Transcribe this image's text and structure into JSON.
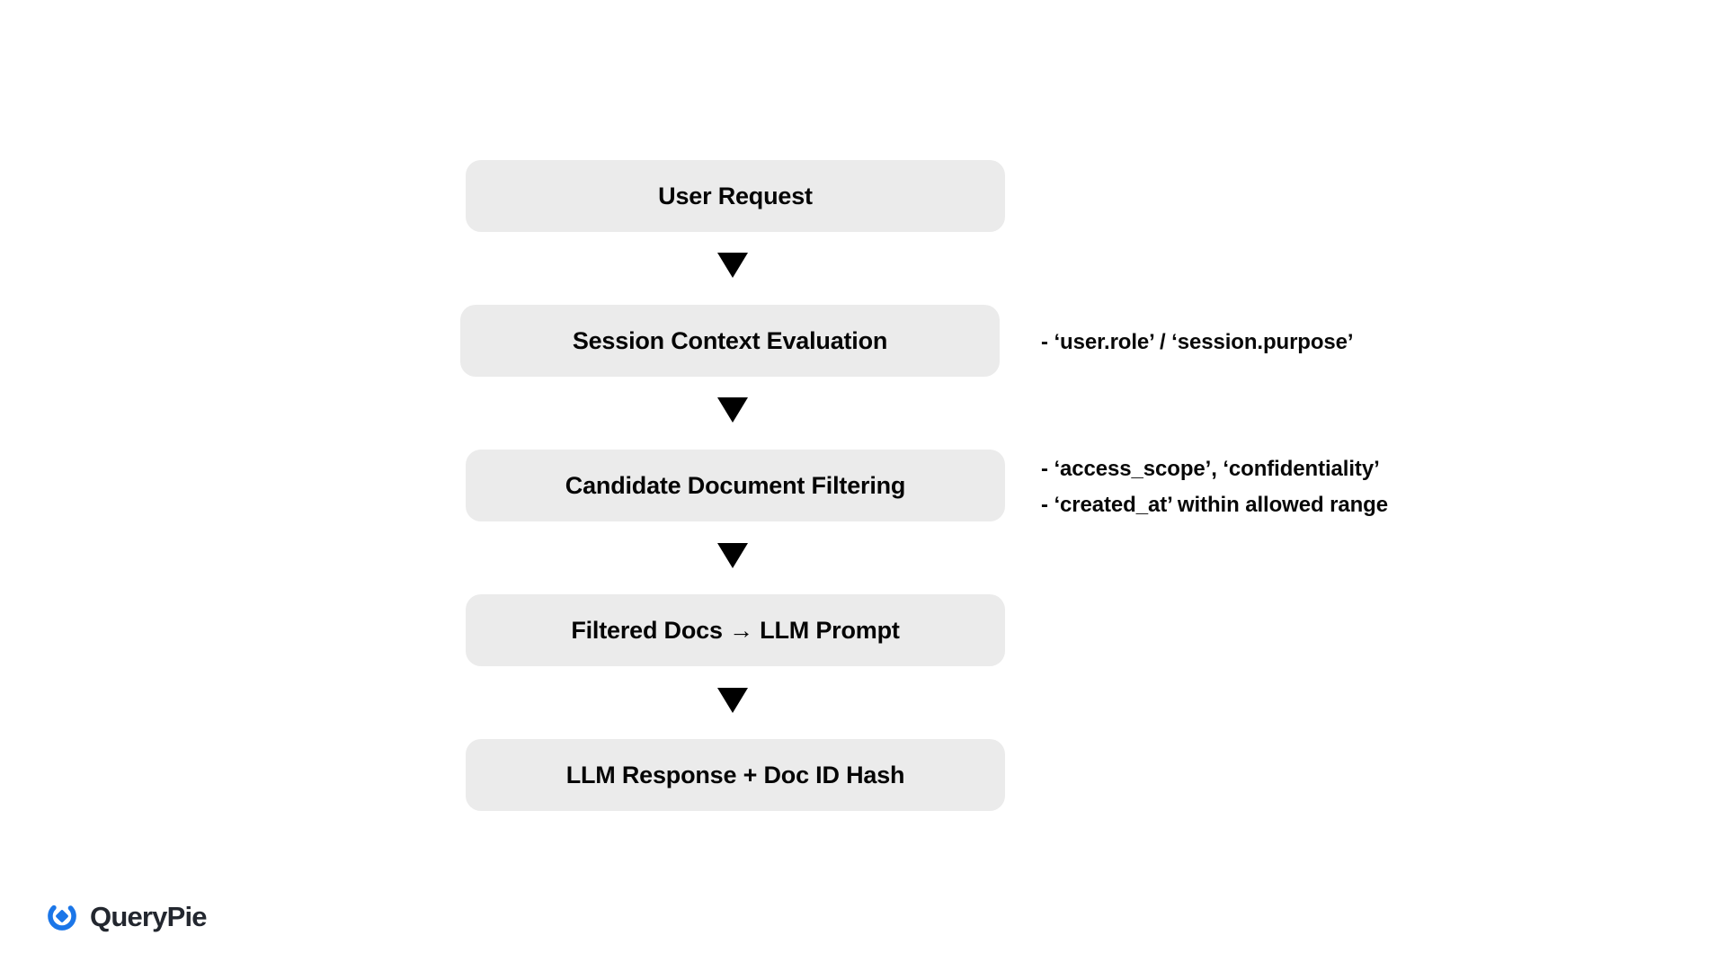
{
  "diagram": {
    "type": "flowchart",
    "orientation": "vertical",
    "background_color": "#ffffff",
    "node_fill_color": "#EBEBEB",
    "node_text_color": "#050505",
    "connector_color": "#000000",
    "nodes": [
      {
        "id": "user-request",
        "label": "User Request"
      },
      {
        "id": "session-context-evaluation",
        "label": "Session Context Evaluation"
      },
      {
        "id": "candidate-document-filtering",
        "label": "Candidate Document Filtering"
      },
      {
        "id": "filtered-docs-llm-prompt",
        "label": "Filtered Docs → LLM Prompt"
      },
      {
        "id": "llm-response-doc-id-hash",
        "label": "LLM Response + Doc ID Hash"
      }
    ],
    "connectors": [
      {
        "icon": "triangle-down-icon",
        "from": "user-request",
        "to": "session-context-evaluation"
      },
      {
        "icon": "triangle-down-icon",
        "from": "session-context-evaluation",
        "to": "candidate-document-filtering"
      },
      {
        "icon": "triangle-down-icon",
        "from": "candidate-document-filtering",
        "to": "filtered-docs-llm-prompt"
      },
      {
        "icon": "triangle-down-icon",
        "from": "filtered-docs-llm-prompt",
        "to": "llm-response-doc-id-hash"
      }
    ],
    "annotations": [
      {
        "id": "annotation-session-context",
        "for_node": "session-context-evaluation",
        "lines": [
          "- ‘user.role’ / ‘session.purpose’"
        ]
      },
      {
        "id": "annotation-candidate-filtering",
        "for_node": "candidate-document-filtering",
        "lines": [
          "- ‘access_scope’, ‘confidentiality’",
          "- ‘created_at’ within allowed range"
        ]
      }
    ]
  },
  "brand": {
    "name": "QueryPie",
    "mark_icon": "querypie-logo-icon",
    "mark_color": "#1B76E8",
    "wordmark_color": "#23272F"
  }
}
